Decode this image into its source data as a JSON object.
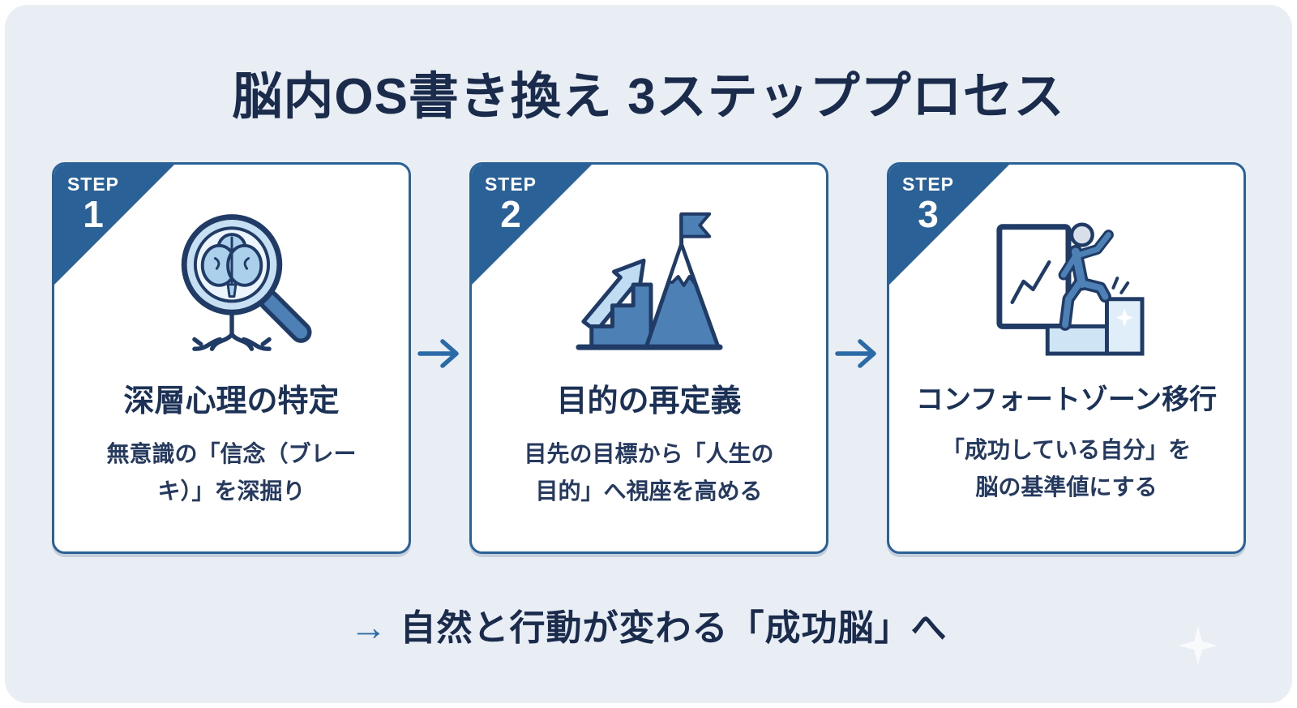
{
  "title": "脳内OS書き換え 3ステッププロセス",
  "steps": [
    {
      "badge_label": "STEP",
      "badge_number": "1",
      "icon": "magnifier-brain-roots",
      "heading": "深層心理の特定",
      "description": "無意識の「信念（ブレー\nキ）」を深掘り"
    },
    {
      "badge_label": "STEP",
      "badge_number": "2",
      "icon": "stairs-mountain-flag",
      "heading": "目的の再定義",
      "description": "目先の目標から「人生の\n目的」へ視座を高める"
    },
    {
      "badge_label": "STEP",
      "badge_number": "3",
      "icon": "person-stepping-up",
      "heading": "コンフォートゾーン移行",
      "description": "「成功している自分」を\n脳の基準値にする"
    }
  ],
  "footer": {
    "arrow": "→",
    "text": "自然と行動が変わる「成功脳」へ"
  },
  "icons": {
    "connector": "right-arrow",
    "decor": "sparkle"
  },
  "colors": {
    "panel_bg": "#e8eef4",
    "card_bg": "#ffffff",
    "accent_blue": "#2a6197",
    "connector_blue": "#2a6aa6",
    "navy_text": "#1a2b4c",
    "heading_navy": "#1c3156",
    "desc_navy": "#263a5f",
    "icon_outline": "#1f3b66",
    "icon_mid_blue": "#4d80b5",
    "icon_light_blue": "#c7dff2"
  }
}
